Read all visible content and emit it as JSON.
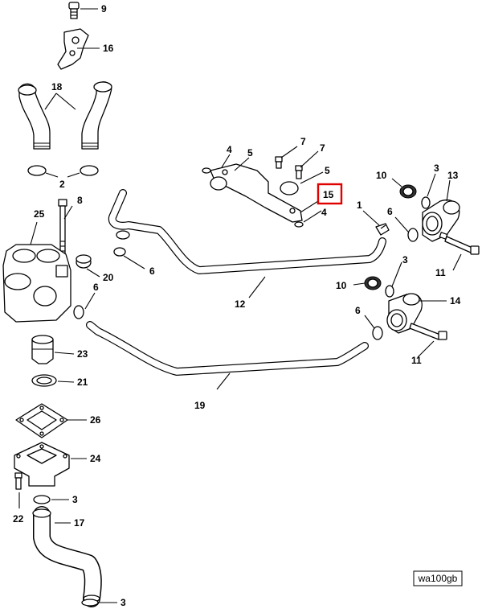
{
  "callouts": {
    "c9": "9",
    "c16": "16",
    "c18": "18",
    "c2": "2",
    "c8": "8",
    "c25": "25",
    "c20": "20",
    "c6a": "6",
    "c6b": "6",
    "c6c": "6",
    "c6d": "6",
    "c23": "23",
    "c21": "21",
    "c26": "26",
    "c24": "24",
    "c22": "22",
    "c3a": "3",
    "c3b": "3",
    "c3c": "3",
    "c3d": "3",
    "c17": "17",
    "c19": "19",
    "c12": "12",
    "c4a": "4",
    "c4b": "4",
    "c5a": "5",
    "c5b": "5",
    "c7a": "7",
    "c7b": "7",
    "c15": "15",
    "c1": "1",
    "c10a": "10",
    "c10b": "10",
    "c13": "13",
    "c14": "14",
    "c11a": "11",
    "c11b": "11"
  },
  "highlight_color": "#e00000",
  "reference_code": "wa100gb"
}
